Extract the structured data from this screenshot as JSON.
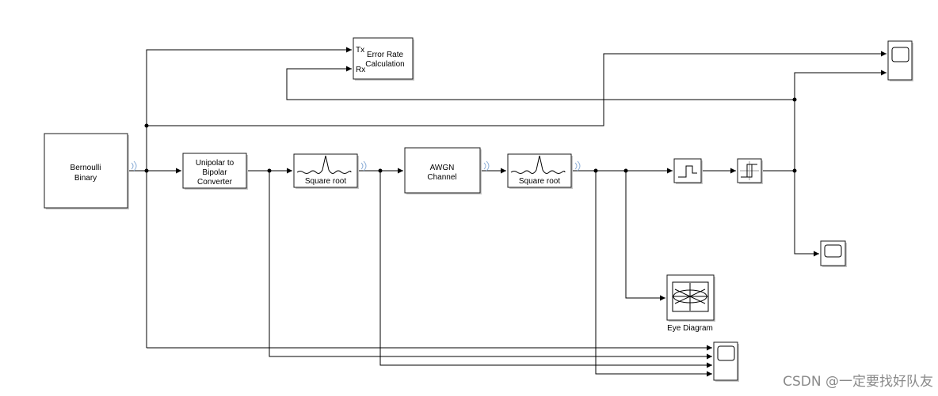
{
  "blocks": {
    "bernoulli": [
      "Bernoulli",
      "Binary"
    ],
    "unipolar": [
      "Unipolar to",
      "Bipolar",
      "Converter"
    ],
    "sqrt_tx": "Square root",
    "awgn": [
      "AWGN",
      "Channel"
    ],
    "sqrt_rx": "Square root",
    "error_rate": {
      "title": [
        "Error Rate",
        "Calculation"
      ],
      "port_tx": "Tx",
      "port_rx": "Rx"
    },
    "eye_diagram": "Eye Diagram"
  },
  "watermark": "CSDN @一定要找好队友"
}
